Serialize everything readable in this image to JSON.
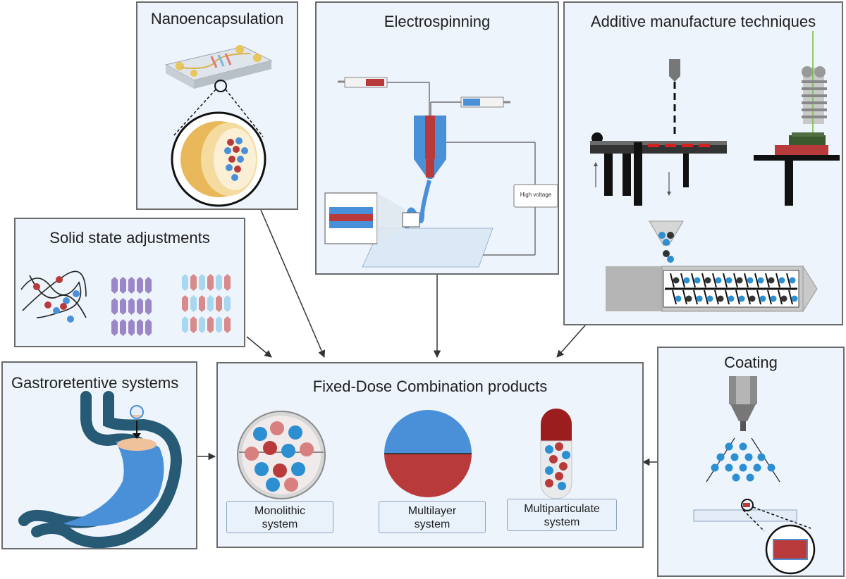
{
  "panels": {
    "nanoencapsulation": {
      "title": "Nanoencapsulation"
    },
    "electrospinning": {
      "title": "Electrospinning",
      "voltage_label": "High voltage"
    },
    "additive": {
      "title": "Additive manufacture techniques"
    },
    "solid_state": {
      "title": "Solid state adjustments"
    },
    "gastroretentive": {
      "title": "Gastroretentive systems"
    },
    "fdc": {
      "title": "Fixed-Dose Combination products",
      "monolithic": {
        "line1": "Monolithic",
        "line2": "system"
      },
      "multilayer": {
        "line1": "Multilayer",
        "line2": "system"
      },
      "multiparticulate": {
        "line1": "Multiparticulate",
        "line2": "system"
      }
    },
    "coating": {
      "title": "Coating"
    }
  },
  "colors": {
    "panel_bg": "#eef4fb",
    "blue": "#4a90d9",
    "red": "#b83a3a",
    "dark_red": "#9b1d1d",
    "purple": "#9b86c7",
    "light_blue": "#a9d7ef",
    "pink": "#d98a8a",
    "stomach": "#275a75"
  }
}
